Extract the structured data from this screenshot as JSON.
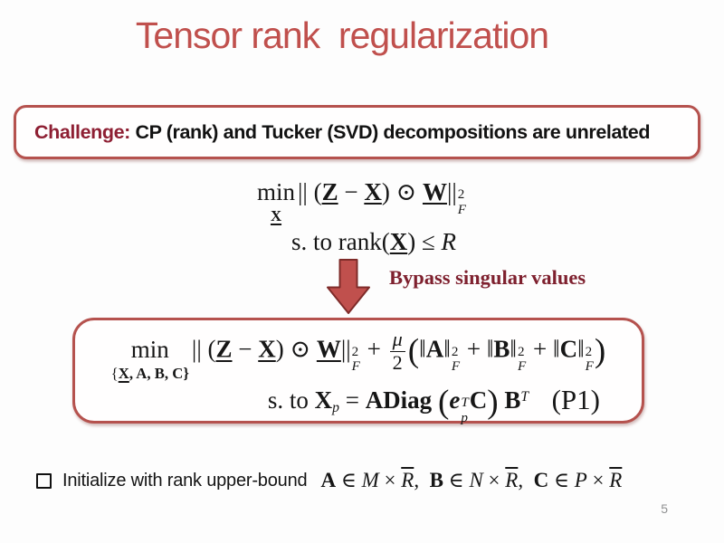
{
  "slide": {
    "title": "Tensor rank  regularization",
    "page_number": "5"
  },
  "colors": {
    "accent_red": "#c0504d",
    "box_border_red": "#b5524e",
    "challenge_maroon": "#8e1f33",
    "bypass_maroon": "#7e202e",
    "arrow_fill": "#c0504d",
    "arrow_stroke": "#7e2b29",
    "text_black": "#151515",
    "page_gray": "#8f9091"
  },
  "challenge": {
    "label": "Challenge:",
    "text": " CP (rank) and Tucker (SVD) decompositions are unrelated"
  },
  "formula_rank": {
    "min": "min",
    "min_sub": "X",
    "open": "|| (",
    "Z": "Z",
    "minus": " − ",
    "X": "X",
    "mid": ") ⊙ ",
    "W": "W",
    "close": "||",
    "sup": "2",
    "sub": "F",
    "st_prefix": "s. to rank(",
    "st_X": "X",
    "st_rel": ") ≤ ",
    "st_R": "R"
  },
  "arrow_label": "Bypass singular values",
  "formula_p1": {
    "min": "min",
    "sub_open": "{",
    "sub_X": "X",
    "sub_rest": ", A, B, C}",
    "open": "|| (",
    "Z": "Z",
    "minus": " − ",
    "X": "X",
    "mid": ") ⊙ ",
    "W": "W",
    "close": "||",
    "sup": "2",
    "sub": "F",
    "plus": " + ",
    "frac_num": "μ",
    "frac_den": "2",
    "big_open": "(",
    "nA_open": "‖",
    "A": "A",
    "nA_close": "‖",
    "supA": "2",
    "subA": "F",
    "plus2": " + ",
    "nB_open": "‖",
    "B": "B",
    "nB_close": "‖",
    "supB": "2",
    "subB": "F",
    "plus3": " + ",
    "nC_open": "‖",
    "C": "C",
    "nC_close": "‖",
    "supC": "2",
    "subC": "F",
    "big_close": ")",
    "st": "s. to ",
    "st_X": "X",
    "st_Xsub": "p",
    "eq": " = ",
    "adiag": "ADiag",
    "sp1": " ",
    "lp": "(",
    "e": "e",
    "e_sup": "T",
    "e_sub": "p",
    "C2": "C",
    "rp": ")",
    "sp2": " ",
    "B2": "B",
    "B_sup": "T",
    "tag": "(P1)"
  },
  "init": {
    "text": "Initialize with rank upper-bound",
    "groups": [
      {
        "mat": "A",
        "in": " ∈ ",
        "dim": "M",
        "times": " × ",
        "rbar": "R",
        "sep": ",  "
      },
      {
        "mat": "B",
        "in": " ∈ ",
        "dim": "N",
        "times": " × ",
        "rbar": "R",
        "sep": ",  "
      },
      {
        "mat": "C",
        "in": " ∈ ",
        "dim": "P",
        "times": " × ",
        "rbar": "R",
        "sep": ""
      }
    ]
  }
}
